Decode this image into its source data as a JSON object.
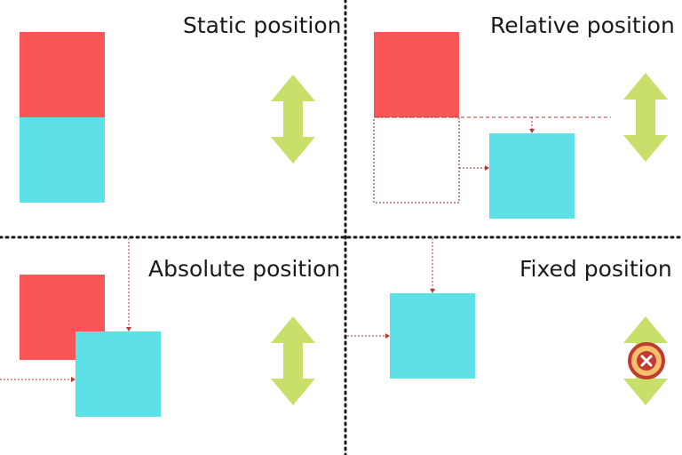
{
  "panels": {
    "static": {
      "title": "Static position"
    },
    "relative": {
      "title": "Relative position"
    },
    "absolute": {
      "title": "Absolute position"
    },
    "fixed": {
      "title": "Fixed position"
    }
  },
  "colors": {
    "red_box": "#f95657",
    "cyan_box": "#5de0e6",
    "scroll_arrow": "#c8df6a",
    "guide_line": "#b33a3a",
    "divider": "#1a1a1a",
    "forbidden_ring": "#c23a32",
    "forbidden_fill": "#f4c06a"
  },
  "icons": {
    "scroll": "double-headed-vertical-arrow",
    "blocked": "x-in-circle"
  }
}
